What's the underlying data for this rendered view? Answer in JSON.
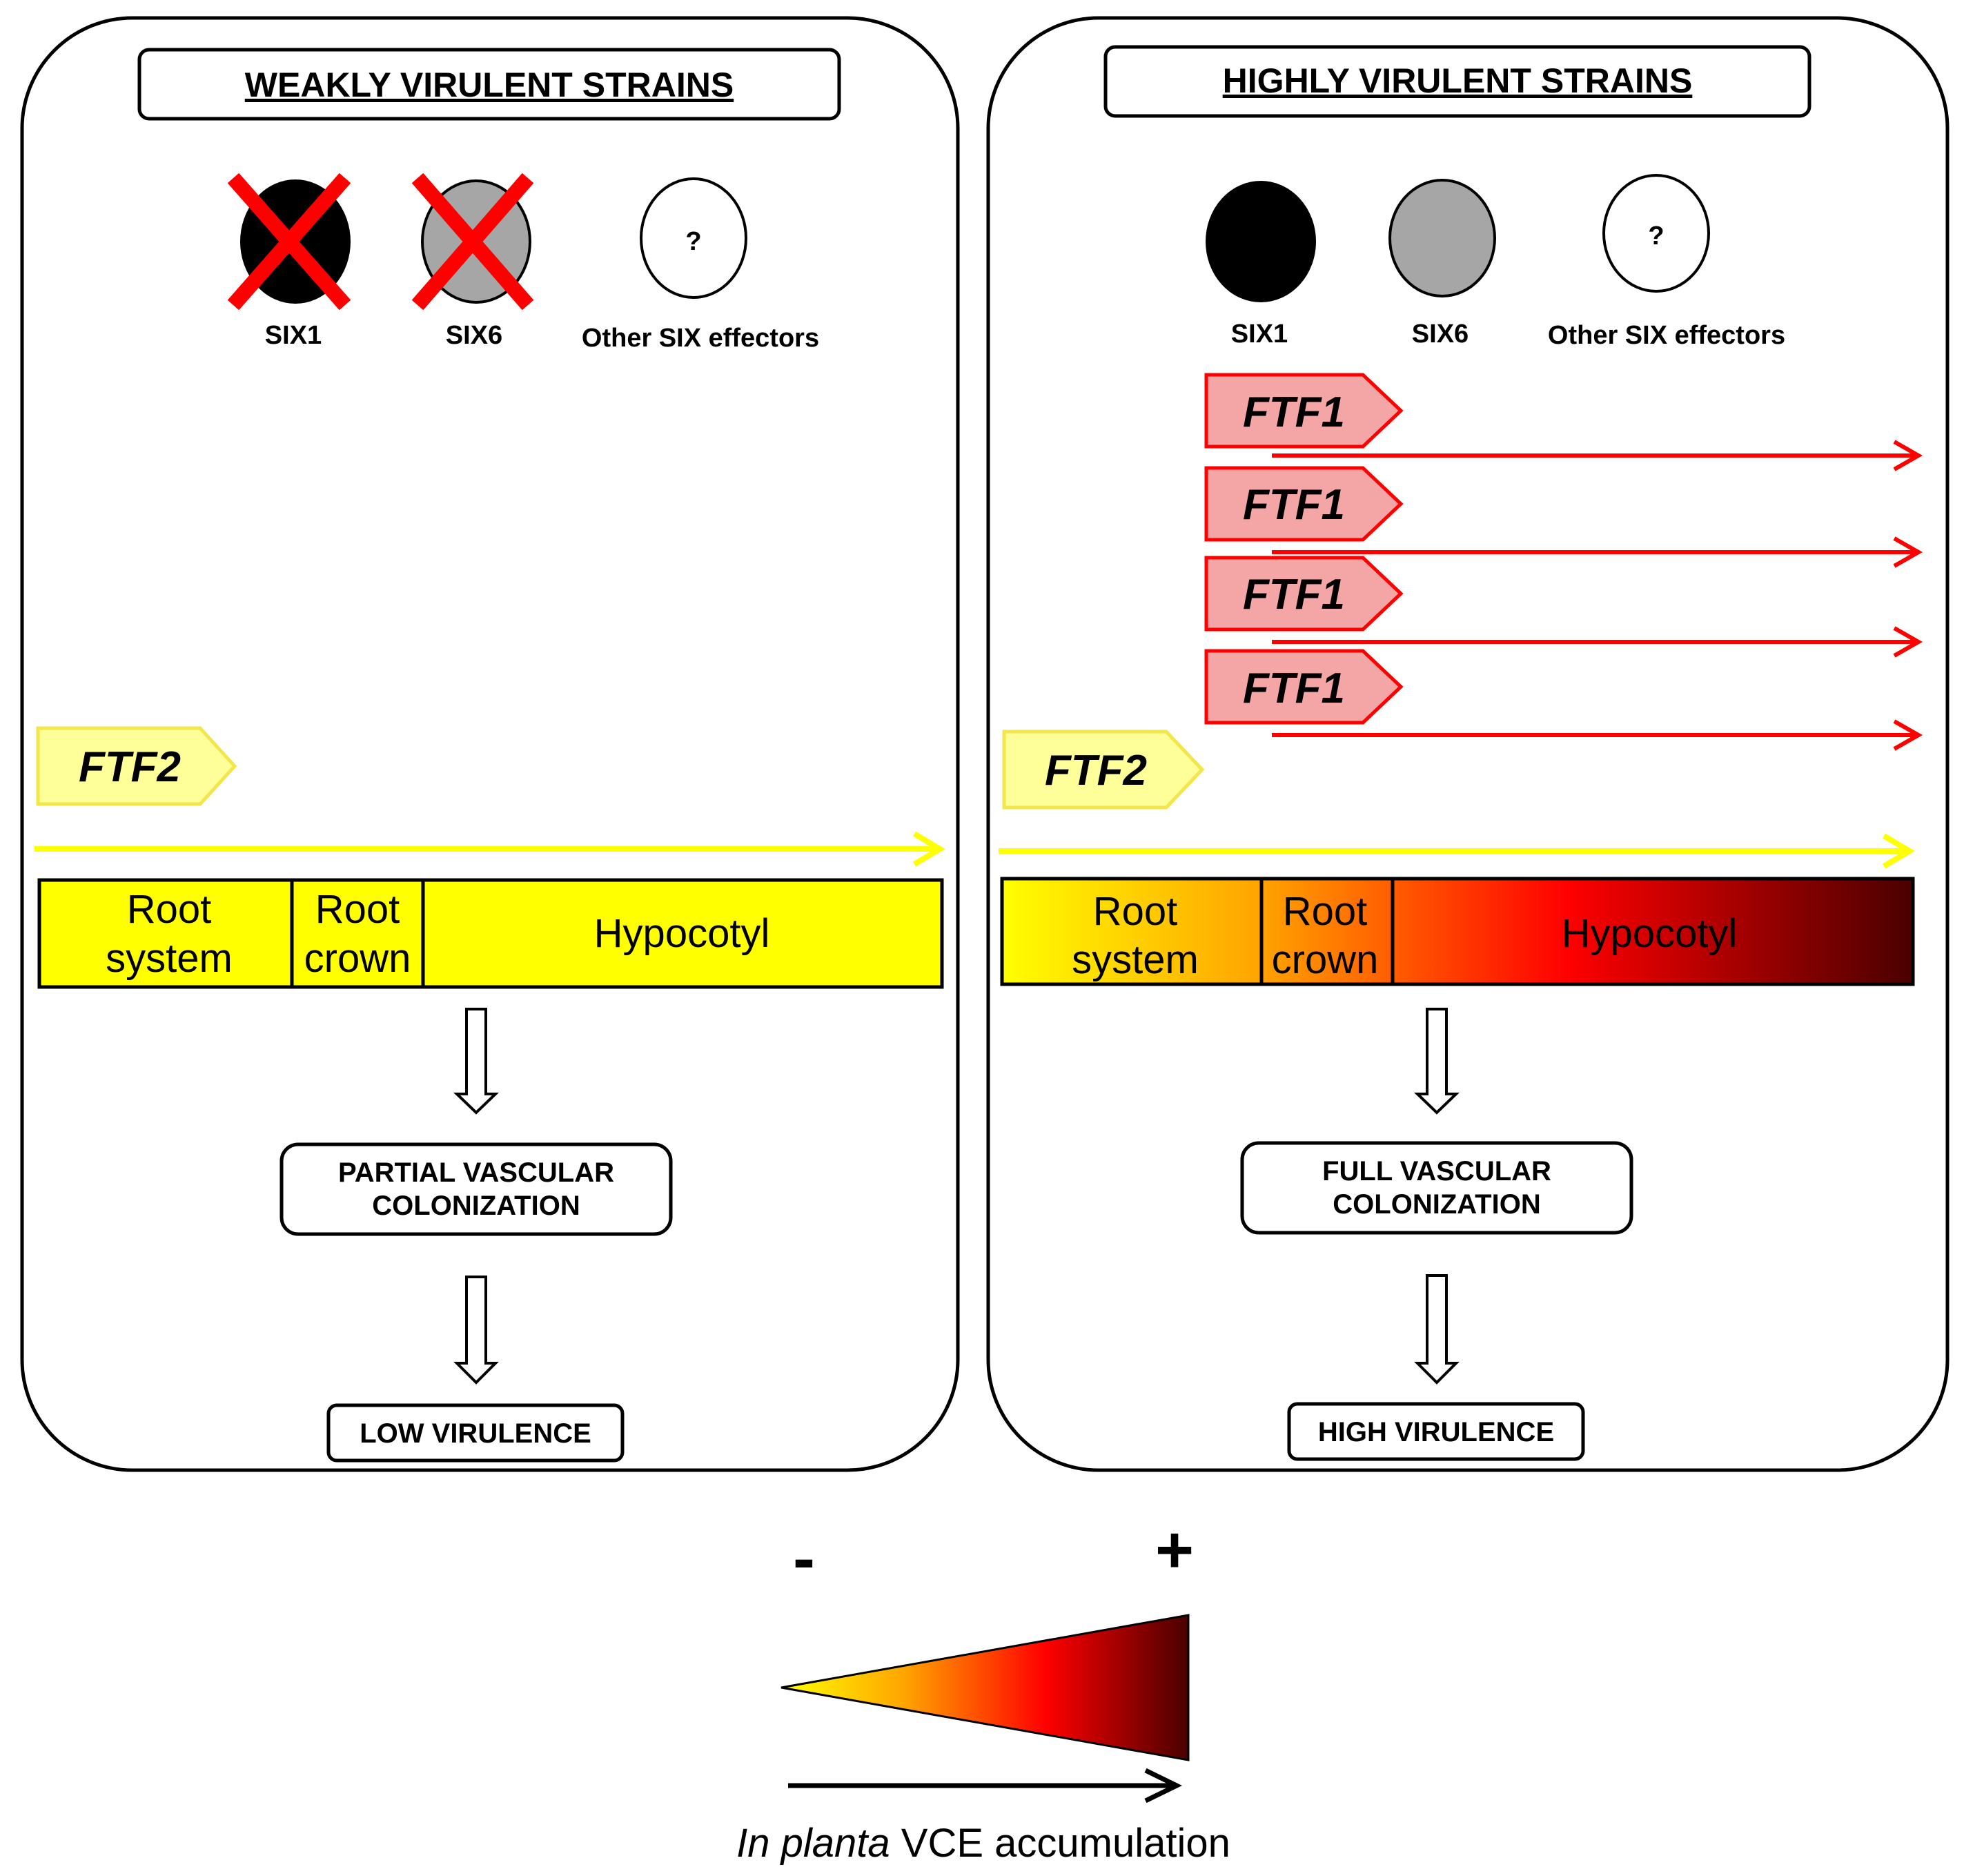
{
  "left_panel": {
    "title": "WEAKLY VIRULENT STRAINS",
    "effectors": [
      {
        "label": "SIX1",
        "fill": "#000000",
        "crossed": true
      },
      {
        "label": "SIX6",
        "fill": "#a6a6a6",
        "crossed": true
      },
      {
        "label": "Other SIX effectors",
        "fill": "#ffffff",
        "crossed": false,
        "symbol": "?"
      }
    ],
    "gene": "FTF2",
    "tissues": [
      {
        "line1": "Root",
        "line2": "system"
      },
      {
        "line1": "Root",
        "line2": "crown"
      },
      {
        "line1": "Hypocotyl",
        "line2": ""
      }
    ],
    "colonization": {
      "line1": "PARTIAL VASCULAR",
      "line2": "COLONIZATION"
    },
    "outcome": "LOW VIRULENCE"
  },
  "right_panel": {
    "title": "HIGHLY VIRULENT STRAINS",
    "effectors": [
      {
        "label": "SIX1",
        "fill": "#000000",
        "crossed": false
      },
      {
        "label": "SIX6",
        "fill": "#a6a6a6",
        "crossed": false
      },
      {
        "label": "Other SIX effectors",
        "fill": "#ffffff",
        "crossed": false,
        "symbol": "?"
      }
    ],
    "ftf1_copies": [
      "FTF1",
      "FTF1",
      "FTF1",
      "FTF1"
    ],
    "gene": "FTF2",
    "tissues": [
      {
        "line1": "Root",
        "line2": "system"
      },
      {
        "line1": "Root",
        "line2": "crown"
      },
      {
        "line1": "Hypocotyl",
        "line2": ""
      }
    ],
    "colonization": {
      "line1": "FULL VASCULAR",
      "line2": "COLONIZATION"
    },
    "outcome": "HIGH VIRULENCE"
  },
  "legend": {
    "minus": "-",
    "plus": "+",
    "caption_italic": "In planta",
    "caption_rest": " VCE accumulation"
  },
  "colors": {
    "yellow": "#ffff00",
    "pale_yellow": "#ffff99",
    "red": "#ff0000",
    "pale_red": "#f4a6a6",
    "gradient": [
      "#ffff00",
      "#ffa500",
      "#ff0000",
      "#4a0000"
    ]
  }
}
